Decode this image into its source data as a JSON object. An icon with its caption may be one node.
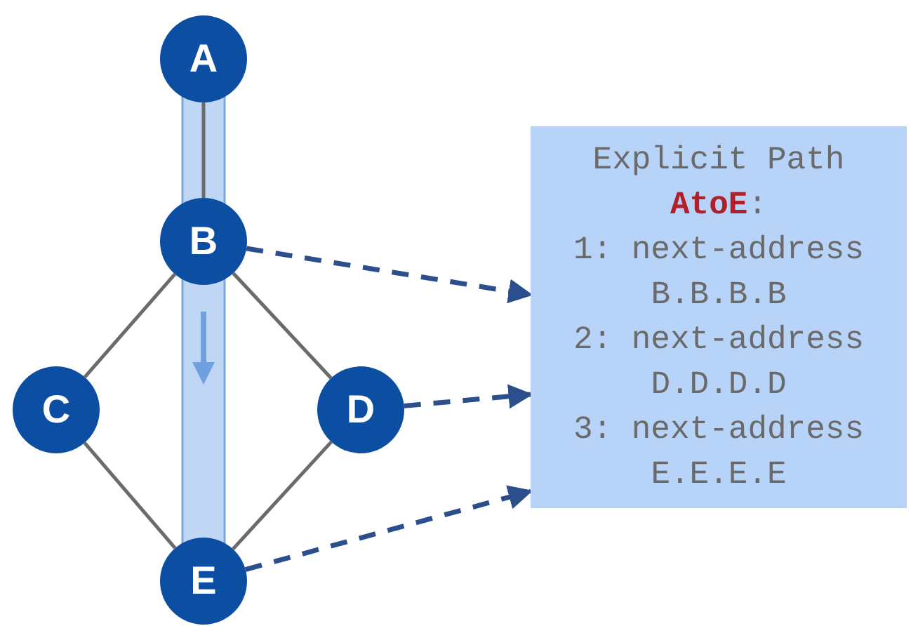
{
  "diagram": {
    "nodes": [
      {
        "text": [
          "A"
        ]
      },
      {
        "text": [
          "B"
        ]
      },
      {
        "text": [
          "C"
        ]
      },
      {
        "text": [
          "D"
        ]
      },
      {
        "text": [
          "E"
        ]
      },
      {
        "text": [
          "Explicit Path",
          "**AtoE**:",
          "1: next-address",
          "B.B.B.B",
          "2: next-address",
          "D.D.D.D",
          "3: next-address",
          "E.E.E.E"
        ]
      }
    ],
    "edges": [
      {
        "from": 0,
        "to": 1,
        "arrow": "none"
      },
      {
        "from": 1,
        "to": 2,
        "arrow": "none"
      },
      {
        "from": 1,
        "to": 3,
        "arrow": "none"
      },
      {
        "from": 2,
        "to": 4,
        "arrow": "none"
      },
      {
        "from": 3,
        "to": 4,
        "arrow": "none"
      },
      {
        "from": 1,
        "to": 5,
        "arrow": "to",
        "style": "dashed",
        "color": "#2b4f8c"
      },
      {
        "from": 3,
        "to": 5,
        "arrow": "to",
        "style": "dashed",
        "color": "#2b4f8c"
      },
      {
        "from": 4,
        "to": 5,
        "arrow": "to",
        "style": "dashed",
        "color": "#2b4f8c"
      }
    ]
  }
}
